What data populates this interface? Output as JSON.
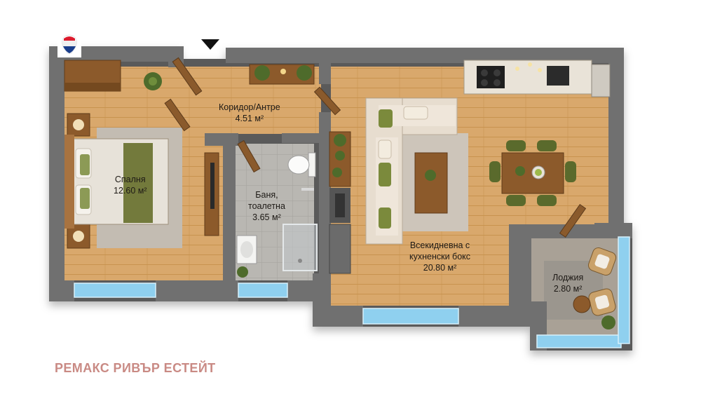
{
  "brand": {
    "name": "РЕМАКС РИВЪР ЕСТЕЙТ",
    "color": "#c98a84",
    "logo_icon": "remax-balloon-icon"
  },
  "entrance_marker": {
    "icon": "entrance-arrow-icon"
  },
  "colors": {
    "wall": "#6f6f6f",
    "wall_dark": "#4f4f4f",
    "wood_floor": "#d7a468",
    "tile_floor": "#b5b3ae",
    "loggia_floor": "#a8a197",
    "window_glass": "#8fd0ef",
    "sofa": "#e6dbcc",
    "cushion": "#7b8a3c",
    "plant": "#4e6b2b",
    "countertop": "#e9e3d8"
  },
  "rooms": [
    {
      "id": "corridor",
      "name": "Коридор/Антре",
      "area": "4.51 м²"
    },
    {
      "id": "bedroom",
      "name": "Спалня",
      "area": "12.60 м²"
    },
    {
      "id": "bathroom",
      "name_lines": [
        "Баня,",
        "тоалетна"
      ],
      "area": "3.65 м²"
    },
    {
      "id": "living",
      "name_lines": [
        "Всекидневна с",
        "кухненски бокс"
      ],
      "area": "20.80 м²"
    },
    {
      "id": "loggia",
      "name": "Лоджия",
      "area": "2.80 м²"
    }
  ]
}
